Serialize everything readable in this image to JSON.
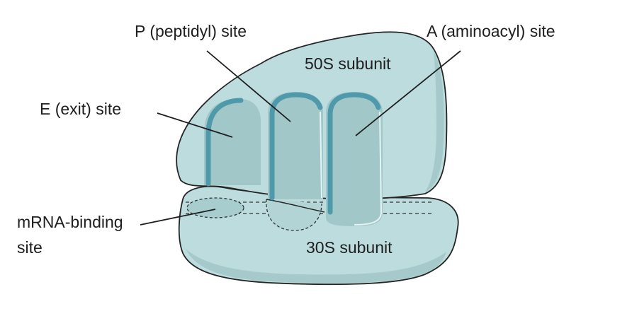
{
  "labels": {
    "p_site": "P (peptidyl) site",
    "a_site": "A (aminoacyl) site",
    "large_subunit": "50S subunit",
    "e_site": "E (exit) site",
    "mrna_line1": "mRNA-binding",
    "mrna_line2": "site",
    "small_subunit": "30S subunit"
  },
  "colors": {
    "subunit_fill": "#bcdcdd",
    "subunit_shadow": "#a6cacc",
    "pocket_fill": "#a2c7c9",
    "pocket_rim": "#4f9aaa",
    "outline": "#252525",
    "text": "#1e1e1e"
  }
}
